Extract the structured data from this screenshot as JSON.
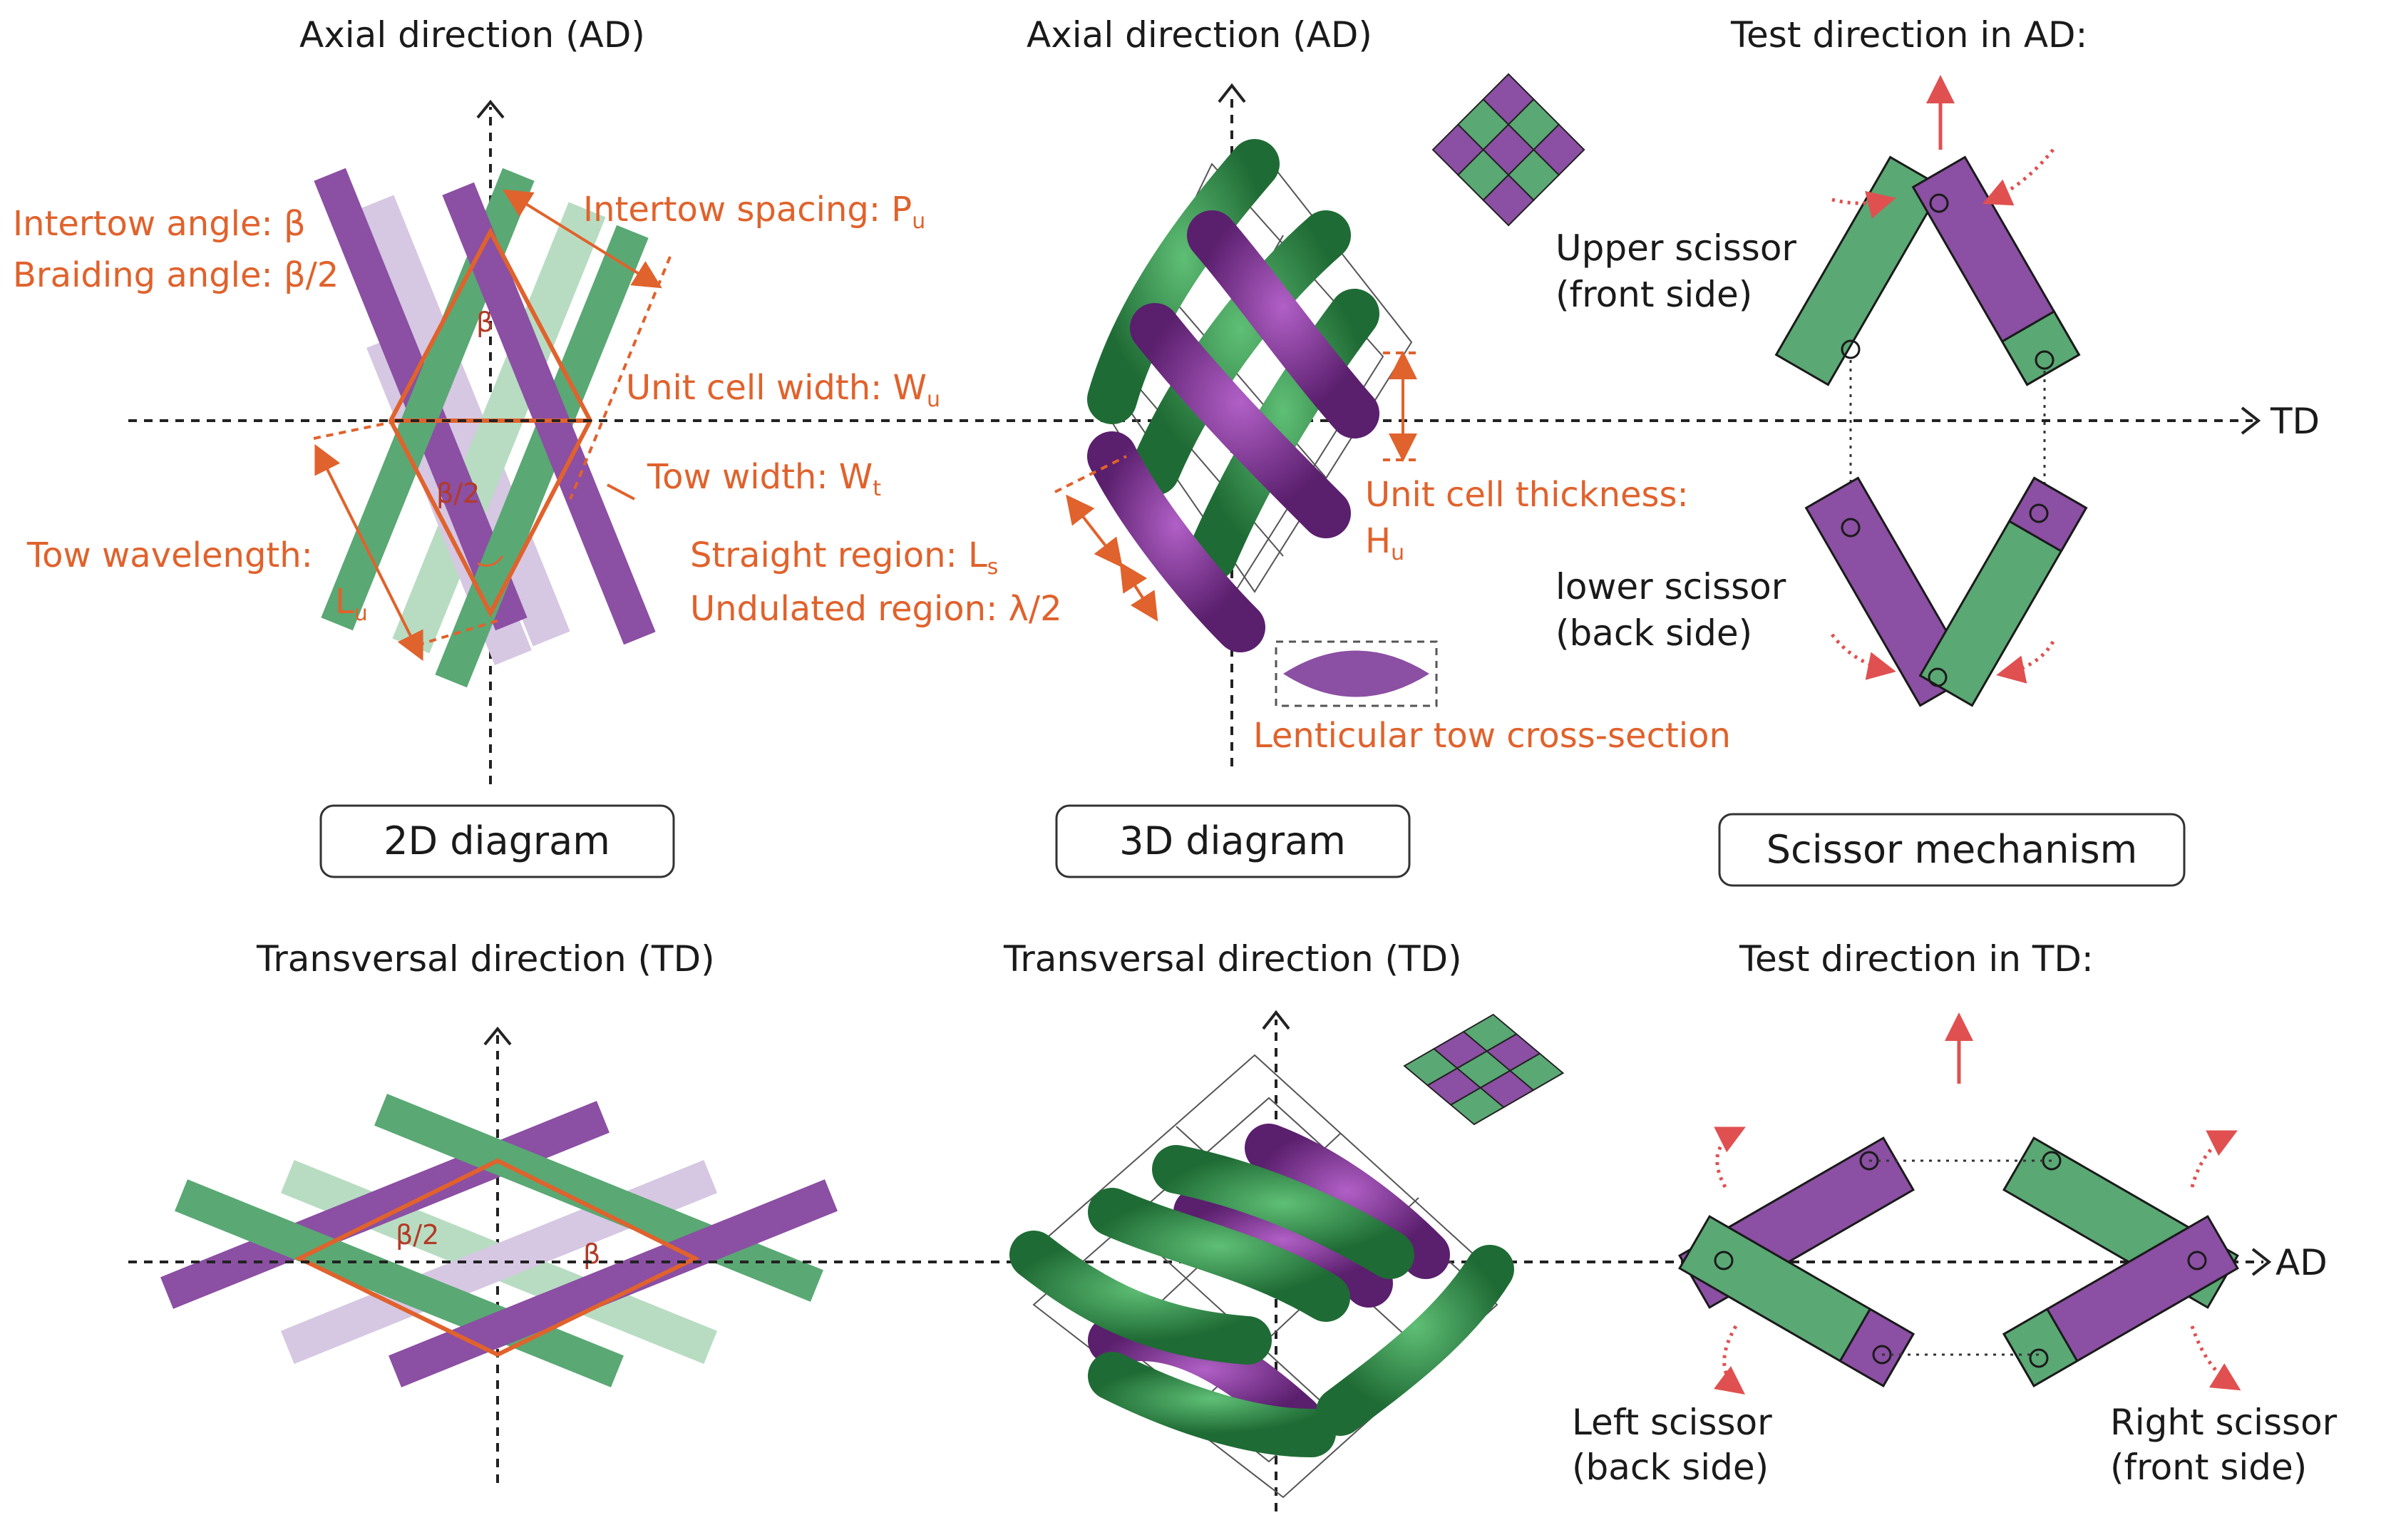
{
  "axis": {
    "ad_top_2d": "Axial direction (AD)",
    "ad_top_3d": "Axial direction (AD)",
    "test_ad": "Test direction in AD:",
    "td_bottom_2d": "Transversal direction (TD)",
    "td_bottom_3d": "Transversal direction (TD)",
    "test_td": "Test direction in TD:",
    "td_arrow": "TD",
    "ad_arrow": "AD"
  },
  "panels": {
    "p2d": "2D diagram",
    "p3d": "3D diagram",
    "scissor": "Scissor mechanism"
  },
  "labels_2d": {
    "intertow_angle": "Intertow angle: β",
    "braiding_angle": "Braiding angle: β/2",
    "intertow_spacing": "Intertow spacing: P",
    "intertow_spacing_sub": "u",
    "unit_cell_width": "Unit cell width: W",
    "unit_cell_width_sub": "u",
    "tow_width": "Tow width: W",
    "tow_width_sub": "t",
    "tow_wavelength": "Tow wavelength:",
    "tow_wavelength_sym": "L",
    "tow_wavelength_sub": "u",
    "beta": "β",
    "beta_half": "β/2"
  },
  "labels_3d": {
    "unit_cell_thickness": "Unit cell thickness:",
    "unit_cell_thickness_sym": "H",
    "unit_cell_thickness_sub": "u",
    "straight_region": "Straight region: L",
    "straight_region_sub": "s",
    "undulated_region": "Undulated region: λ/2",
    "lenticular": "Lenticular tow cross-section"
  },
  "labels_scissor": {
    "upper_1": "Upper scissor",
    "upper_2": "(front side)",
    "lower_1": "lower scissor",
    "lower_2": "(back side)",
    "left_1": "Left scissor",
    "left_2": "(back side)",
    "right_1": "Right scissor",
    "right_2": "(front side)"
  },
  "labels_2d_td": {
    "beta_half": "β/2",
    "beta": "β"
  },
  "colors": {
    "green": "#5aa874",
    "purple": "#8b4fa3",
    "orange": "#e0622c",
    "red": "#e05050"
  }
}
